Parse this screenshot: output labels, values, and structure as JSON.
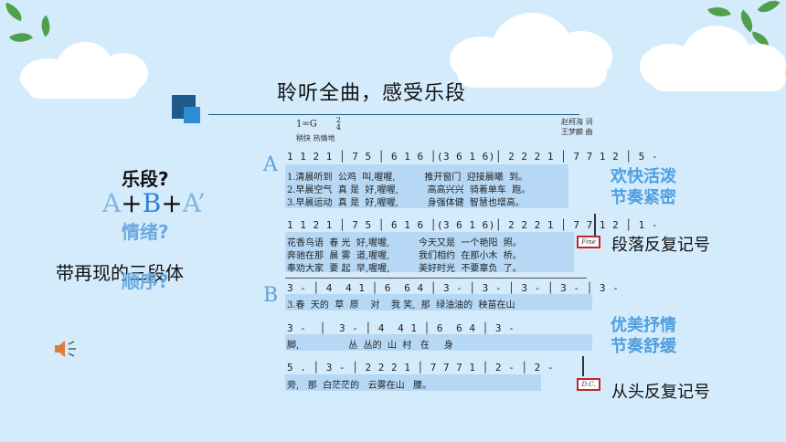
{
  "slide": {
    "title": "聆听全曲，感受乐段",
    "left": {
      "q_duan": "乐段?",
      "form_a": "A",
      "form_plus1": "+",
      "form_b": "B",
      "form_plus2": "+",
      "form_a2": "A’",
      "q_mood": "情绪?",
      "form_type": "带再现的三段体",
      "q_order": "顺序?"
    },
    "score": {
      "key": "1=G",
      "time_top": "2",
      "time_bottom": "4",
      "tempo": "稍快  热情地",
      "lyricist": "赵柯海  词",
      "composer": "王梦麟  曲",
      "section_a": "A",
      "section_b": "B",
      "a_row1_notes": "1 1 2 1 │ 7 5 │ 6 1 6 │(3 6 1 6)│ 2 2 2 1 │ 7 7 1 2 │ 5 -",
      "a_row1_lyrics": [
        "1.清晨听到  公鸡  叫,喔喔,          推开窗门  迎接晨曦  到。",
        "2.早晨空气  真 是  好,喔喔,          高高兴兴  骑着单车  跑。",
        "3.早晨运动  真 是  好,喔喔,          身强体健  智慧也增高。"
      ],
      "a_row2_notes": "1 1 2 1 │ 7 5 │ 6 1 6 │(3 6 1 6)│ 2 2 2 1 │ 7 7 1 2 │ 1 -",
      "a_row2_lyrics": [
        "花香鸟语  春 光  好,喔喔,          今天又是  一个艳阳  照。",
        "奔驰在那  晨 雾  道,喔喔,          我们相约  在那小木  桥。",
        "奉劝大家  要 起  早,喔喔,          美好时光  不要辜负  了。"
      ],
      "fine_mark": "Fine",
      "b_row1_notes": "3 - │ 4  4 1 │ 6  6 4 │ 3 - │ 3 - │ 3 - │ 3 - │ 3 -",
      "b_row1_lyrics": "3.春  天的  草  原    对    我 笑,  那  绿油油的  秧苗在山",
      "b_row2_notes": "3 -  │  3 - │ 4  4 1 │ 6  6 4 │ 3 -",
      "b_row2_lyrics": "脚,                 丛  丛的  山  村   在     身",
      "b_row3_notes": "5 . │ 3 - │ 2 2 2 1 │ 7 7 7 1 │ 2 - │ 2 -",
      "b_row3_lyrics": "旁,   那  白茫茫的   云雾在山   腰。",
      "dc_mark": "D.C."
    },
    "annotations": {
      "a_mood_line1": "欢快活泼",
      "a_mood_line2": "节奏紧密",
      "repeat_fine": "段落反复记号",
      "b_mood_line1": "优美抒情",
      "b_mood_line2": "节奏舒缓",
      "repeat_dc": "从头反复记号"
    },
    "colors": {
      "background": "#d4ebfb",
      "accent_blue": "#4f9fe0",
      "band_blue": "#b6d8f5",
      "mark_red": "#c0272d",
      "leaf_green": "#4fa04a"
    }
  }
}
